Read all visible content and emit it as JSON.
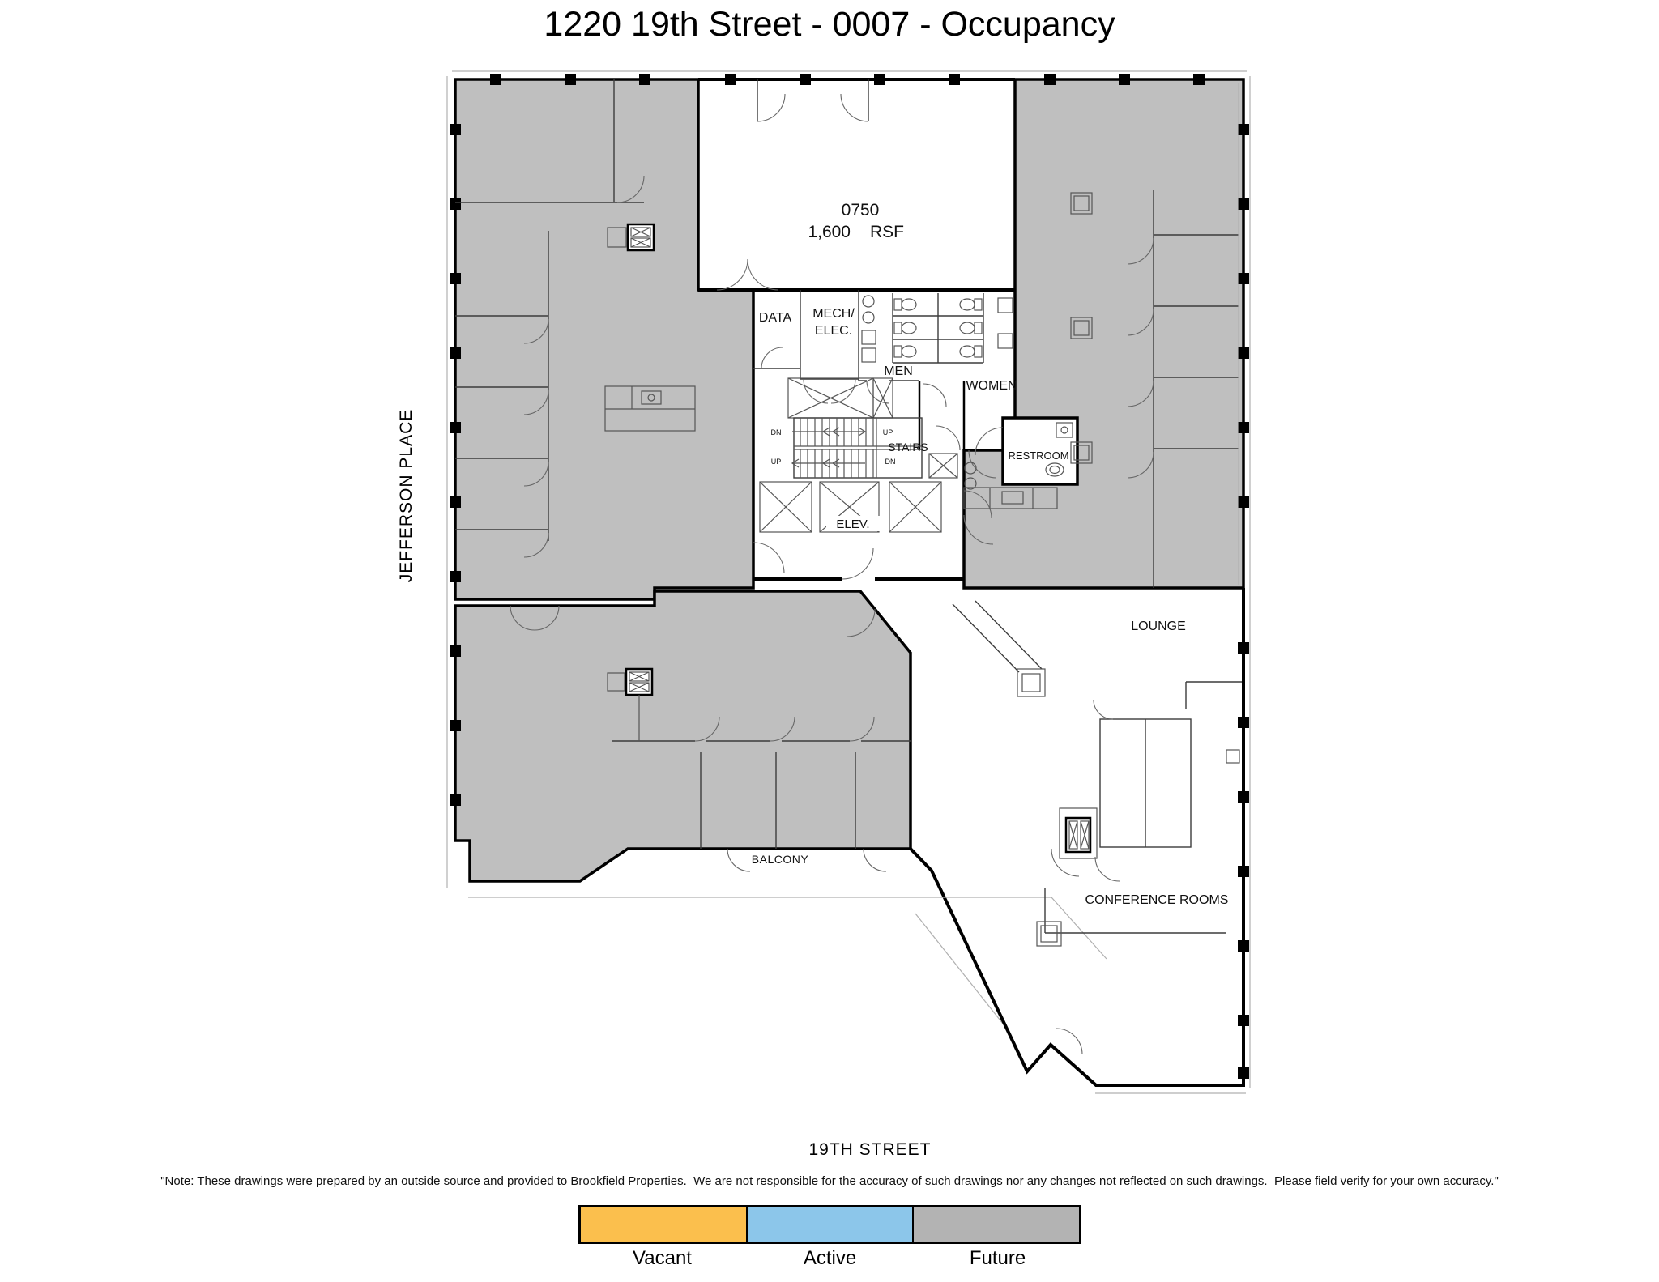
{
  "title": "1220 19th Street - 0007 - Occupancy",
  "streets": {
    "left": "JEFFERSON PLACE",
    "bottom": "19TH STREET"
  },
  "plan": {
    "suite": {
      "number": "0750",
      "area": "1,600",
      "unit": "RSF"
    },
    "labels": {
      "data": "DATA",
      "mech1": "MECH/",
      "mech2": "ELEC.",
      "men": "MEN",
      "women": "WOMEN",
      "stairs": "STAIRS",
      "restroom": "RESTROOM",
      "elev": "ELEV.",
      "lounge": "LOUNGE",
      "balcony": "BALCONY",
      "conference": "CONFERENCE ROOMS",
      "dn": "DN",
      "up": "UP"
    }
  },
  "note": "\"Note: These drawings were prepared by an outside source and provided to Brookfield Properties.  We are not responsible for the accuracy of such drawings nor any changes not reflected on such drawings.  Please field verify for your own accuracy.\"",
  "legend": {
    "items": [
      {
        "label": "Vacant",
        "color": "#FBBF4D"
      },
      {
        "label": "Active",
        "color": "#8CC6EA"
      },
      {
        "label": "Future",
        "color": "#B3B3B3"
      }
    ]
  },
  "colors": {
    "future_area": "#BFBFBF",
    "wall": "#000000"
  }
}
